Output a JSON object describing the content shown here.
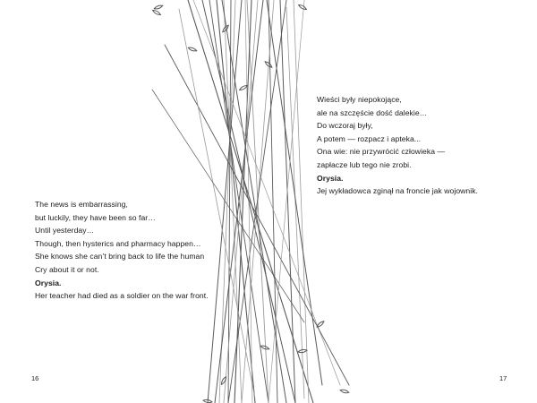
{
  "left_page": {
    "page_number": "16",
    "lines": [
      "The news is embarrassing,",
      "but luckily, they have been so far…",
      "Until yesterday…",
      "Though, then hysterics and pharmacy happen…",
      "She knows she can’t bring back to life the human",
      "Cry about it or not."
    ],
    "speaker": "Orysia.",
    "closing_line": "Her teacher had died as a soldier on the war front."
  },
  "right_page": {
    "page_number": "17",
    "lines": [
      "Wieści były niepokojące,",
      "ale na szczęście dość dalekie…",
      "Do wczoraj były,",
      "A potem — rozpacz i apteka...",
      "Ona wie: nie przywrócić człowieka —",
      "zapłacze lub tego nie zrobi."
    ],
    "speaker": "Orysia.",
    "closing_line": "Jej wykładowca zginął na froncie jak wojownik."
  },
  "illustration": {
    "subject": "grass-stems-icon",
    "stroke_color": "#5a5a5a",
    "light_stroke_color": "#9a9a9a"
  }
}
